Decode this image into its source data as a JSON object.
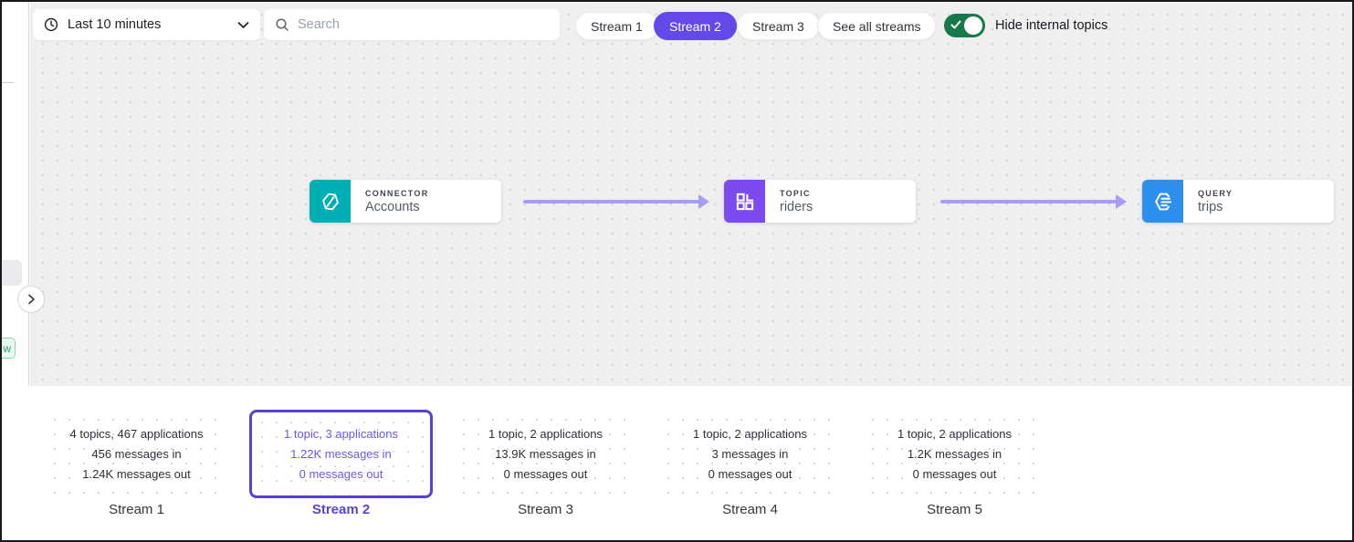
{
  "toolbar": {
    "time_range_label": "Last 10 minutes",
    "search_placeholder": "Search",
    "stream_filters": [
      "Stream 1",
      "Stream 2",
      "Stream 3",
      "See all streams"
    ],
    "active_filter": "Stream 2",
    "toggle_label": "Hide internal topics",
    "toggle_state": "on"
  },
  "flow": {
    "nodes": [
      {
        "type_label": "CONNECTOR",
        "name": "Accounts",
        "color": "#00AEB5"
      },
      {
        "type_label": "TOPIC",
        "name": "riders",
        "color": "#7B4BEF"
      },
      {
        "type_label": "QUERY",
        "name": "trips",
        "color": "#2E8FED"
      }
    ],
    "arrow_color": "#A79DF2"
  },
  "streams": [
    {
      "label": "Stream 1",
      "selected": false,
      "stats": [
        "4 topics, 467 applications",
        "456 messages in",
        "1.24K messages out"
      ]
    },
    {
      "label": "Stream 2",
      "selected": true,
      "stats": [
        "1 topic, 3 applications",
        "1.22K messages in",
        "0 messages out"
      ]
    },
    {
      "label": "Stream 3",
      "selected": false,
      "stats": [
        "1 topic, 2 applications",
        "13.9K messages in",
        "0 messages out"
      ]
    },
    {
      "label": "Stream 4",
      "selected": false,
      "stats": [
        "1 topic, 2 applications",
        "3 messages in",
        "0 messages out"
      ]
    },
    {
      "label": "Stream 5",
      "selected": false,
      "stats": [
        "1 topic, 2 applications",
        "1.2K messages in",
        "0 messages out"
      ]
    }
  ],
  "sidebar": {
    "badge_label": "w"
  },
  "colors": {
    "accent_purple": "#6549E8",
    "selected_border": "#5A3FD4",
    "toggle_green": "#15794A",
    "arrow": "#A79DF2",
    "canvas_bg": "#F0EFF0"
  }
}
